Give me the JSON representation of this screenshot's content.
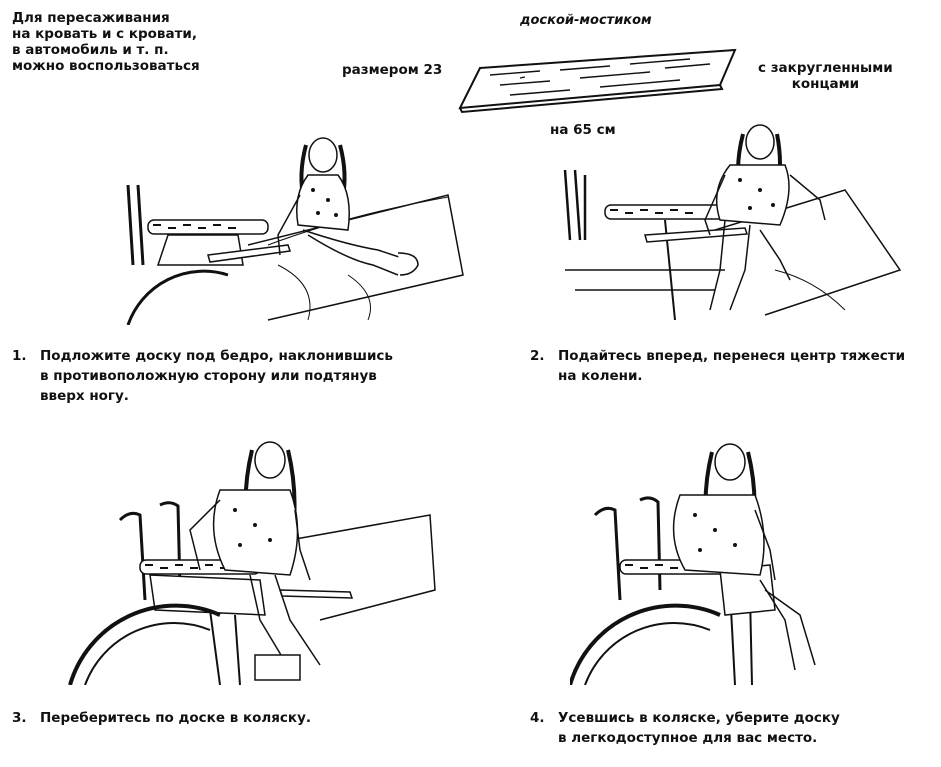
{
  "intro": {
    "lines": "Для пересаживания\nна кровать и с кровати,\nв автомобиль и т. п.\nможно воспользоваться"
  },
  "board": {
    "title": "доской-мостиком",
    "size_label": "размером 23",
    "length_label": "на 65 см",
    "ends_label": "с закругленными\nконцами"
  },
  "steps": [
    {
      "number": "1.",
      "text": "Подложите доску под бедро, наклонившись\nв противоположную сторону или подтянув\nвверх ногу."
    },
    {
      "number": "2.",
      "text": "Подайтесь вперед, перенеся центр тяжести\nна колени."
    },
    {
      "number": "3.",
      "text": "Переберитесь по доске в коляску."
    },
    {
      "number": "4.",
      "text": "Усевшись в коляске, уберите доску\nв легкодоступное для вас место."
    }
  ],
  "colors": {
    "ink": "#111111",
    "paper": "#ffffff"
  }
}
